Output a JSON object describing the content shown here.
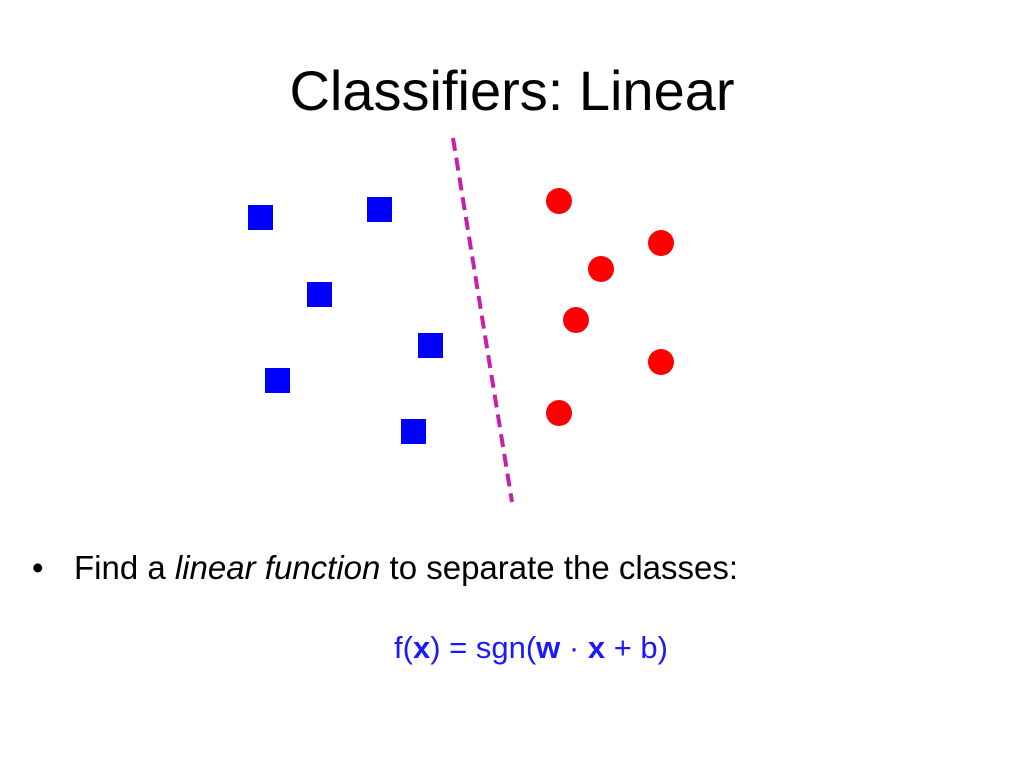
{
  "slide": {
    "title": "Classifiers: Linear"
  },
  "legend_colors": {
    "class_a": "#0000ff",
    "class_b": "#ff0000",
    "separator": "#c71fa8"
  },
  "class_a_points": [
    {
      "shape": "square"
    },
    {
      "shape": "square"
    },
    {
      "shape": "square"
    },
    {
      "shape": "square"
    },
    {
      "shape": "square"
    },
    {
      "shape": "square"
    }
  ],
  "class_b_points": [
    {
      "shape": "circle"
    },
    {
      "shape": "circle"
    },
    {
      "shape": "circle"
    },
    {
      "shape": "circle"
    },
    {
      "shape": "circle"
    },
    {
      "shape": "circle"
    }
  ],
  "bullet": {
    "marker": "•",
    "text_before": "Find a ",
    "text_emphasis": "linear function",
    "text_after": " to separate the classes:"
  },
  "formula": {
    "f_open": "f(",
    "x1": "x",
    "eq_sgn": ") = sgn(",
    "w": "w",
    "dot": " · ",
    "x2": "x",
    "plus_b": " + b)"
  }
}
